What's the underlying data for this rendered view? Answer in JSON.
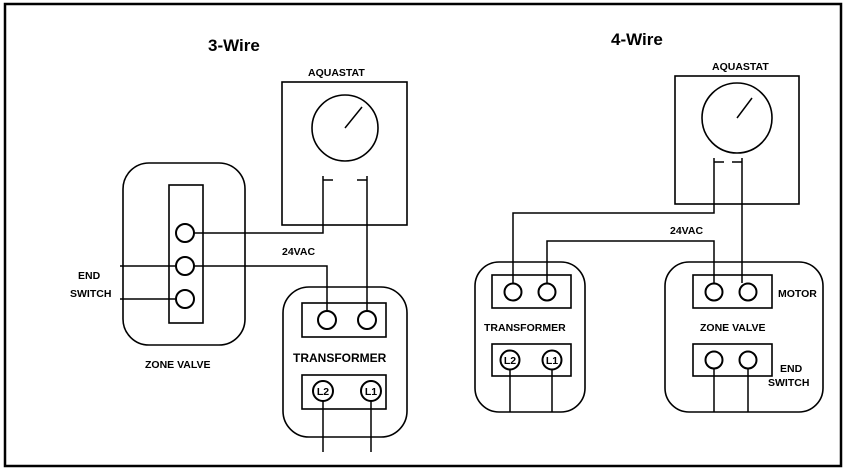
{
  "three_wire": {
    "title": "3-Wire",
    "aquastat_label": "AQUASTAT",
    "voltage_label": "24VAC",
    "end_switch_label_line1": "END",
    "end_switch_label_line2": "SWITCH",
    "zone_valve_label": "ZONE VALVE",
    "transformer_label": "TRANSFORMER",
    "terminal_l2": "L2",
    "terminal_l1": "L1"
  },
  "four_wire": {
    "title": "4-Wire",
    "aquastat_label": "AQUASTAT",
    "voltage_label": "24VAC",
    "transformer_label": "TRANSFORMER",
    "terminal_l2": "L2",
    "terminal_l1": "L1",
    "motor_label": "MOTOR",
    "zone_valve_label": "ZONE VALVE",
    "end_switch_label_line1": "END",
    "end_switch_label_line2": "SWITCH"
  }
}
